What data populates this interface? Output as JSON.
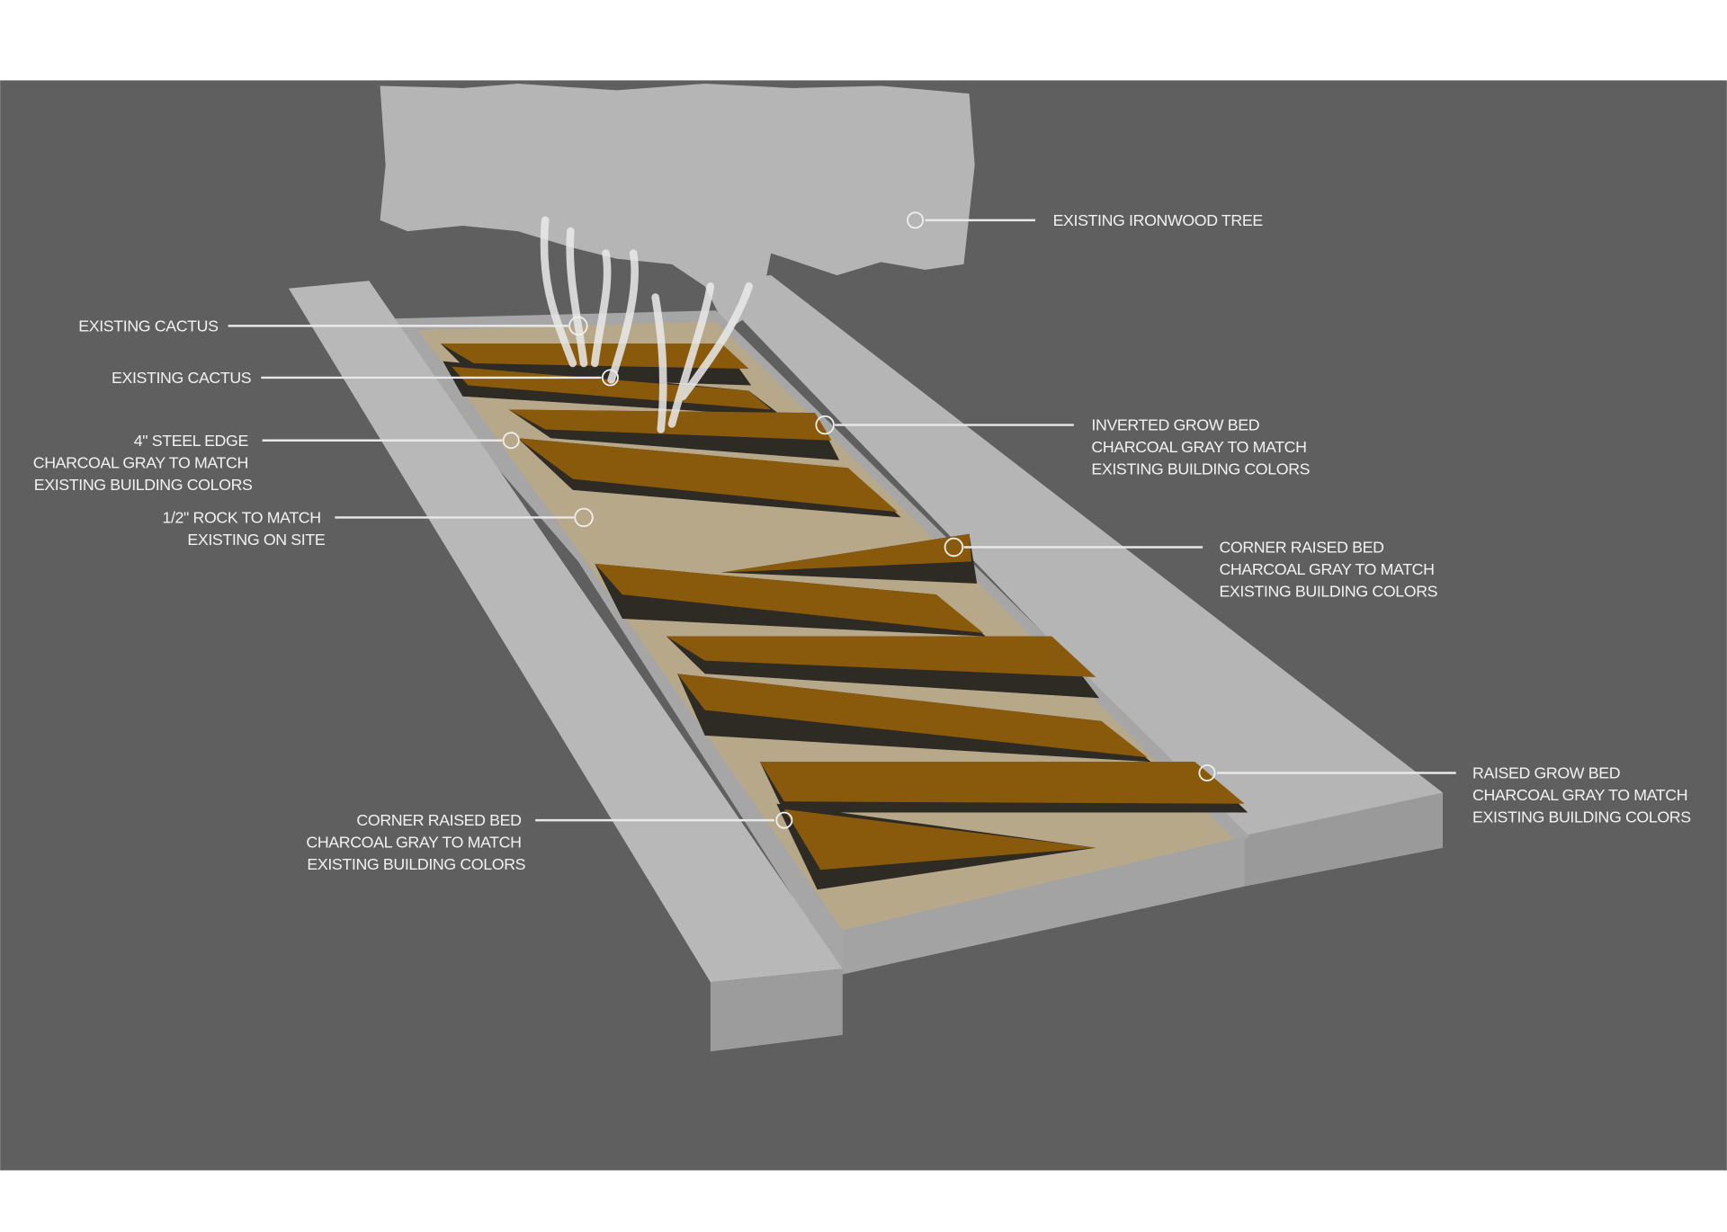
{
  "callouts": {
    "ironwood_tree": {
      "lines": [
        "EXISTING IRONWOOD TREE"
      ]
    },
    "cactus_1": {
      "lines": [
        "EXISTING CACTUS"
      ]
    },
    "cactus_2": {
      "lines": [
        "EXISTING CACTUS"
      ]
    },
    "steel_edge": {
      "lines": [
        "4\" STEEL EDGE",
        "CHARCOAL GRAY TO MATCH",
        "EXISTING BUILDING COLORS"
      ]
    },
    "rock": {
      "lines": [
        "1/2\" ROCK TO MATCH",
        "EXISTING ON SITE"
      ]
    },
    "inverted_grow_bed": {
      "lines": [
        "INVERTED GROW BED",
        "CHARCOAL GRAY TO MATCH",
        "EXISTING BUILDING COLORS"
      ]
    },
    "corner_raised_bed_upper": {
      "lines": [
        "CORNER RAISED BED",
        "CHARCOAL GRAY TO MATCH",
        "EXISTING BUILDING COLORS"
      ]
    },
    "raised_grow_bed": {
      "lines": [
        "RAISED GROW BED",
        "CHARCOAL GRAY TO MATCH",
        "EXISTING BUILDING COLORS"
      ]
    },
    "corner_raised_bed_lower": {
      "lines": [
        "CORNER RAISED BED",
        "CHARCOAL GRAY TO MATCH",
        "EXISTING BUILDING COLORS"
      ]
    }
  },
  "colors": {
    "background": "#5f5f5f",
    "slab": "#b4b4b4",
    "rock": "#b7a88a",
    "bed_top": "#8a5a0c",
    "bed_side": "#2e2a24"
  }
}
